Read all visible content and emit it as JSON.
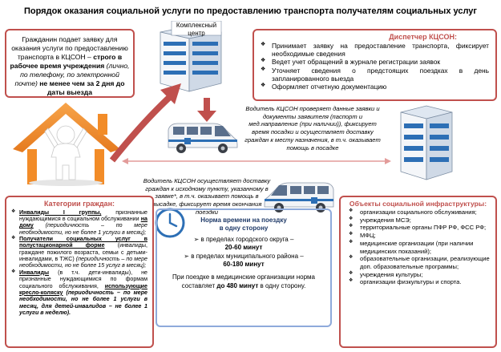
{
  "title": "Порядок оказания социальной услуги по предоставлению транспорта получателям социальных услуг",
  "citizen": {
    "text_a": "Гражданин подает заявку для оказания услуги по предоставлению транспорта в КЦСОН – ",
    "text_b": "строго в рабочее время учреждения",
    "text_c": " (лично, по телефону, по электронной почте) ",
    "text_d": "не менее чем за 2 дня до даты выезда"
  },
  "center_label": "Комплексный центр",
  "dispatcher": {
    "header": "Диспетчер КЦСОН:",
    "items": [
      "Принимает заявку на предоставление транспорта, фиксирует необходимые сведения",
      "Ведет учет обращений в журнале регистрации заявок",
      "Уточняет сведения о предстоящих поездках в день запланированного выезда",
      "Оформляет отчетную документацию"
    ]
  },
  "note_driver1": "Водитель КЦСОН проверяет данные заявки и документы заявителя (паспорт и мед.направление (при наличии)), фиксирует время посадки и осуществляет доставку граждан к месту назначения, в т.ч. оказывает помощь в посадке",
  "note_driver2": "Водитель КЦСОН осуществляет доставку граждан к исходному пункту, указанному в заявке*, в т.ч. оказывает помощь в высадке, фиксирует время окончания поездки",
  "categories": {
    "header": "Категории граждан:",
    "items": [
      {
        "bold": "Инвалиды I группы,",
        "text": " признанные нуждающимися в социальном обслуживании ",
        "bold2": "на дому",
        "italic": " (периодичность – по мере необходимости, но не более 1 услуги в месяц);"
      },
      {
        "bold": "Получатели социальных услуг в полустационарной форме",
        "text": " (инвалиды, граждане пожилого возраста, семьи с детьми-инвалидами, в ТЖС) ",
        "bold2": "",
        "italic": "(периодичность – по мере необходимости, но не более 15 услуг в месяц);"
      },
      {
        "bold": "Инвалиды",
        "text": " (в т.ч. дети-инвалиды), не признанные нуждающимися по формам социального обслуживания, ",
        "bold2": "использующие кресло-коляску",
        "italic": " (периодичность – по мере необходимости, но не более 1 услуги в месяц, для детей-инвалидов – не более 1 услуги в неделю)."
      }
    ]
  },
  "time": {
    "header1": "Норма времени на поездку",
    "header2": "в одну сторону",
    "line1": "в пределах городского округа –",
    "value1": "20-60 минут",
    "line2": "в пределах муниципального района –",
    "value2": "60-180 минут",
    "footer_a": "При поездке в медицинские организации норма составляет ",
    "footer_b": "до 480 минут",
    "footer_c": " в одну сторону."
  },
  "objects": {
    "header": "Объекты социальной инфраструктуры:",
    "items": [
      "организации социального обслуживания;",
      "учреждения МСЭ;",
      "территориальные органы ПФР РФ, ФСС РФ;",
      "МФЦ;",
      "медицинские организации (при наличии медицинских показаний);",
      "образовательные организации, реализующие доп. образовательные программы;",
      "учреждения культуры;",
      "организации физкультуры и спорта."
    ]
  },
  "colors": {
    "accent_red": "#c0504d",
    "arrow_red": "#c0504d",
    "blue_border": "#8eaadb",
    "house_orange": "#f28c28"
  }
}
